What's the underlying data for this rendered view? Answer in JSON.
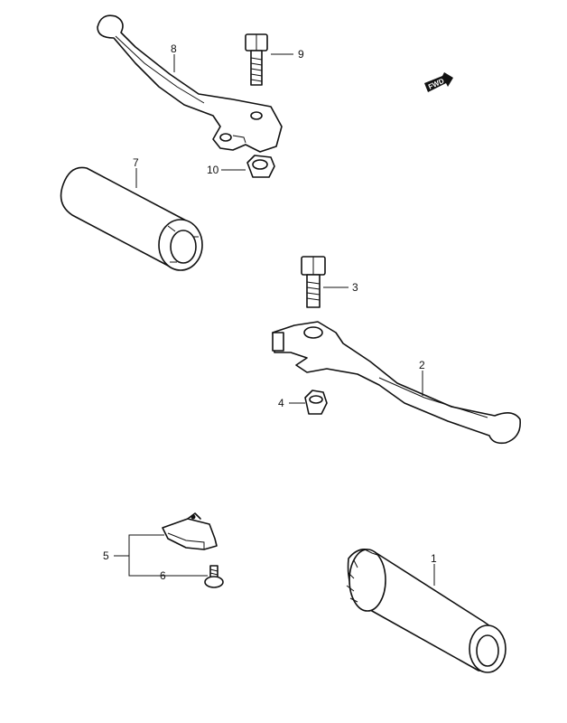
{
  "callouts": [
    {
      "id": "1",
      "label": "1"
    },
    {
      "id": "2",
      "label": "2"
    },
    {
      "id": "3",
      "label": "3"
    },
    {
      "id": "4",
      "label": "4"
    },
    {
      "id": "5",
      "label": "5"
    },
    {
      "id": "6",
      "label": "6"
    },
    {
      "id": "7",
      "label": "7"
    },
    {
      "id": "8",
      "label": "8"
    },
    {
      "id": "9",
      "label": "9"
    },
    {
      "id": "10",
      "label": "10"
    }
  ],
  "fwd_marker": {
    "label": "FWD"
  }
}
